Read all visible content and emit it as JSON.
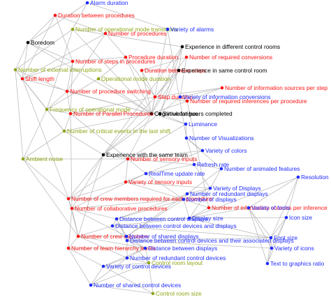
{
  "colors": {
    "black": "#000000",
    "red": "#ff1414",
    "blue": "#1f2bff",
    "olive": "#8ea616",
    "edge": "#bcbcbc"
  },
  "nodes": [
    {
      "id": "alarm_duration",
      "label": "Alarm duration",
      "color": "blue"
    },
    {
      "id": "duration_between_procedures",
      "label": "Duration between procedures",
      "color": "red"
    },
    {
      "id": "num_operational_mode_transitions",
      "label": "Number of operational mode transitions",
      "color": "olive"
    },
    {
      "id": "num_procedures",
      "label": "Number of procedures",
      "color": "red"
    },
    {
      "id": "variety_alarms",
      "label": "Variety of alarms",
      "color": "blue"
    },
    {
      "id": "boredom",
      "label": "Boredom",
      "color": "black"
    },
    {
      "id": "exp_diff_control_rooms",
      "label": "Experience in different control rooms",
      "color": "black"
    },
    {
      "id": "num_required_conversions",
      "label": "Number of required conversions",
      "color": "red"
    },
    {
      "id": "procedure_duration",
      "label": "Procedure duration",
      "color": "red"
    },
    {
      "id": "num_steps_procedures",
      "label": "Number of steps in procedures",
      "color": "red"
    },
    {
      "id": "duration_between_steps",
      "label": "Duration between steps",
      "color": "red"
    },
    {
      "id": "exp_same_control_room",
      "label": "Experience in same control room",
      "color": "black"
    },
    {
      "id": "num_external_interruptions",
      "label": "Number of external interruptions",
      "color": "olive"
    },
    {
      "id": "operational_mode_duration",
      "label": "Operational mode duration",
      "color": "olive"
    },
    {
      "id": "shift_length",
      "label": "Shift length",
      "color": "red"
    },
    {
      "id": "num_info_sources_per_step",
      "label": "Number of information sources per step",
      "color": "red"
    },
    {
      "id": "num_procedure_switching",
      "label": "Number of procedure switching",
      "color": "red"
    },
    {
      "id": "step_duration",
      "label": "Step duration",
      "color": "red"
    },
    {
      "id": "variety_info_conversions",
      "label": "Variety of information conversions",
      "color": "blue"
    },
    {
      "id": "num_required_inferences",
      "label": "Number of required inferences per procedure",
      "color": "red"
    },
    {
      "id": "freq_operational_mode",
      "label": "Frequency of operational mode",
      "color": "olive"
    },
    {
      "id": "cognitive_fatigue",
      "label": "Cognitive fatigue",
      "color": "black"
    },
    {
      "id": "num_parallel_procedures",
      "label": "Number of Parallel Procedures",
      "color": "red"
    },
    {
      "id": "simulator_hours",
      "label": "Simulator hours completed",
      "color": "black"
    },
    {
      "id": "luminance",
      "label": "Luminance",
      "color": "blue"
    },
    {
      "id": "num_critical_events",
      "label": "Number of critical events in the last shift",
      "color": "olive"
    },
    {
      "id": "num_visualizations",
      "label": "Number of Visualizations",
      "color": "blue"
    },
    {
      "id": "variety_colors",
      "label": "Variety of colors",
      "color": "blue"
    },
    {
      "id": "exp_same_team",
      "label": "Experience with the same team",
      "color": "black"
    },
    {
      "id": "ambient_noise",
      "label": "Ambient noise",
      "color": "olive"
    },
    {
      "id": "num_sensory_inputs",
      "label": "Number of sensory inputs",
      "color": "red"
    },
    {
      "id": "refresh_rate",
      "label": "Refresh rate",
      "color": "blue"
    },
    {
      "id": "num_animated_features",
      "label": "Number of animated features",
      "color": "blue"
    },
    {
      "id": "realtime_update_rate",
      "label": "RealTime update rate",
      "color": "blue"
    },
    {
      "id": "resolution",
      "label": "Resolution",
      "color": "blue"
    },
    {
      "id": "variety_sensory_inputs",
      "label": "Variety of sensory inputs",
      "color": "red"
    },
    {
      "id": "variety_displays",
      "label": "Variety of Displays",
      "color": "blue"
    },
    {
      "id": "num_redundant_displays",
      "label": "Number of redundant displays",
      "color": "blue"
    },
    {
      "id": "num_crew_required_each_proc",
      "label": "Number of crew members required for each procedure",
      "color": "red"
    },
    {
      "id": "num_displays",
      "label": "Number of displays",
      "color": "blue"
    },
    {
      "id": "num_collaborative_procedures",
      "label": "Number of collaborative procedures",
      "color": "red"
    },
    {
      "id": "num_info_sources_per_inference",
      "label": "Number of information sources per inference",
      "color": "red"
    },
    {
      "id": "variety_fonts",
      "label": "Variety of fonts",
      "color": "blue"
    },
    {
      "id": "display_size",
      "label": "Display size",
      "color": "blue"
    },
    {
      "id": "icon_size",
      "label": "Icon size",
      "color": "blue"
    },
    {
      "id": "dist_between_control_displays",
      "label": "Distance between control displays",
      "color": "blue"
    },
    {
      "id": "dist_between_control_devices_displays",
      "label": "Distance between control devices and displays",
      "color": "blue"
    },
    {
      "id": "font_size",
      "label": "Font size",
      "color": "blue"
    },
    {
      "id": "num_crew_members",
      "label": "Number of crew members",
      "color": "red"
    },
    {
      "id": "num_shared_displays",
      "label": "Number of shared displays",
      "color": "blue"
    },
    {
      "id": "dist_devices_associated_displays",
      "label": "Distance between control devices and their associated displays",
      "color": "blue"
    },
    {
      "id": "num_team_hierarchy",
      "label": "Number of team hierarchy levels",
      "color": "red"
    },
    {
      "id": "dist_between_displays",
      "label": "Distance between displays",
      "color": "blue"
    },
    {
      "id": "variety_icons",
      "label": "Variety of icons",
      "color": "blue"
    },
    {
      "id": "num_redundant_control_devices",
      "label": "Number of redundant control devices",
      "color": "blue"
    },
    {
      "id": "control_room_layout",
      "label": "Control room layout",
      "color": "olive"
    },
    {
      "id": "text_to_graphics_ratio",
      "label": "Text to graphics ratio",
      "color": "blue"
    },
    {
      "id": "variety_control_devices",
      "label": "Variety of control devices",
      "color": "blue"
    },
    {
      "id": "num_shared_control_devices",
      "label": "Number of shared control devices",
      "color": "blue"
    },
    {
      "id": "control_room_size",
      "label": "Control room size",
      "color": "olive"
    }
  ],
  "edges": [
    [
      "alarm_duration",
      "variety_alarms"
    ],
    [
      "alarm_duration",
      "num_operational_mode_transitions"
    ],
    [
      "alarm_duration",
      "boredom"
    ],
    [
      "duration_between_procedures",
      "num_procedures"
    ],
    [
      "duration_between_procedures",
      "num_steps_procedures"
    ],
    [
      "duration_between_procedures",
      "shift_length"
    ],
    [
      "duration_between_procedures",
      "boredom"
    ],
    [
      "num_operational_mode_transitions",
      "exp_diff_control_rooms"
    ],
    [
      "num_operational_mode_transitions",
      "num_external_interruptions"
    ],
    [
      "num_operational_mode_transitions",
      "freq_operational_mode"
    ],
    [
      "num_operational_mode_transitions",
      "cognitive_fatigue"
    ],
    [
      "num_procedures",
      "num_procedure_switching"
    ],
    [
      "num_procedures",
      "procedure_duration"
    ],
    [
      "num_procedures",
      "shift_length"
    ],
    [
      "variety_alarms",
      "cognitive_fatigue"
    ],
    [
      "variety_alarms",
      "num_visualizations"
    ],
    [
      "boredom",
      "shift_length"
    ],
    [
      "boredom",
      "num_steps_procedures"
    ],
    [
      "boredom",
      "cognitive_fatigue"
    ],
    [
      "boredom",
      "num_external_interruptions"
    ],
    [
      "exp_diff_control_rooms",
      "exp_same_control_room"
    ],
    [
      "exp_diff_control_rooms",
      "simulator_hours"
    ],
    [
      "exp_diff_control_rooms",
      "cognitive_fatigue"
    ],
    [
      "exp_diff_control_rooms",
      "exp_same_team"
    ],
    [
      "num_required_conversions",
      "variety_info_conversions"
    ],
    [
      "num_required_conversions",
      "step_duration"
    ],
    [
      "num_required_conversions",
      "duration_between_steps"
    ],
    [
      "procedure_duration",
      "num_steps_procedures"
    ],
    [
      "procedure_duration",
      "step_duration"
    ],
    [
      "procedure_duration",
      "cognitive_fatigue"
    ],
    [
      "procedure_duration",
      "operational_mode_duration"
    ],
    [
      "num_steps_procedures",
      "shift_length"
    ],
    [
      "num_steps_procedures",
      "num_procedure_switching"
    ],
    [
      "num_steps_procedures",
      "num_parallel_procedures"
    ],
    [
      "duration_between_steps",
      "step_duration"
    ],
    [
      "duration_between_steps",
      "exp_same_control_room"
    ],
    [
      "duration_between_steps",
      "cognitive_fatigue"
    ],
    [
      "exp_same_control_room",
      "simulator_hours"
    ],
    [
      "exp_same_control_room",
      "cognitive_fatigue"
    ],
    [
      "exp_same_control_room",
      "exp_same_team"
    ],
    [
      "num_external_interruptions",
      "shift_length"
    ],
    [
      "num_external_interruptions",
      "ambient_noise"
    ],
    [
      "num_external_interruptions",
      "freq_operational_mode"
    ],
    [
      "num_external_interruptions",
      "num_critical_events"
    ],
    [
      "num_external_interruptions",
      "num_procedure_switching"
    ],
    [
      "operational_mode_duration",
      "freq_operational_mode"
    ],
    [
      "operational_mode_duration",
      "cognitive_fatigue"
    ],
    [
      "shift_length",
      "cognitive_fatigue"
    ],
    [
      "shift_length",
      "freq_operational_mode"
    ],
    [
      "shift_length",
      "num_critical_events"
    ],
    [
      "shift_length",
      "num_crew_required_each_proc"
    ],
    [
      "num_info_sources_per_step",
      "step_duration"
    ],
    [
      "num_info_sources_per_step",
      "num_required_inferences"
    ],
    [
      "num_info_sources_per_step",
      "variety_info_conversions"
    ],
    [
      "num_procedure_switching",
      "num_parallel_procedures"
    ],
    [
      "num_procedure_switching",
      "cognitive_fatigue"
    ],
    [
      "num_procedure_switching",
      "freq_operational_mode"
    ],
    [
      "step_duration",
      "cognitive_fatigue"
    ],
    [
      "step_duration",
      "num_parallel_procedures"
    ],
    [
      "step_duration",
      "num_required_inferences"
    ],
    [
      "variety_info_conversions",
      "num_required_inferences"
    ],
    [
      "variety_info_conversions",
      "simulator_hours"
    ],
    [
      "num_required_inferences",
      "cognitive_fatigue"
    ],
    [
      "num_required_inferences",
      "num_info_sources_per_inference"
    ],
    [
      "freq_operational_mode",
      "num_parallel_procedures"
    ],
    [
      "freq_operational_mode",
      "ambient_noise"
    ],
    [
      "freq_operational_mode",
      "num_critical_events"
    ],
    [
      "cognitive_fatigue",
      "num_parallel_procedures"
    ],
    [
      "cognitive_fatigue",
      "simulator_hours"
    ],
    [
      "cognitive_fatigue",
      "num_critical_events"
    ],
    [
      "cognitive_fatigue",
      "exp_same_team"
    ],
    [
      "cognitive_fatigue",
      "luminance"
    ],
    [
      "cognitive_fatigue",
      "num_sensory_inputs"
    ],
    [
      "num_parallel_procedures",
      "num_critical_events"
    ],
    [
      "num_parallel_procedures",
      "num_sensory_inputs"
    ],
    [
      "num_parallel_procedures",
      "num_collaborative_procedures"
    ],
    [
      "simulator_hours",
      "luminance"
    ],
    [
      "simulator_hours",
      "exp_same_team"
    ],
    [
      "luminance",
      "num_visualizations"
    ],
    [
      "luminance",
      "num_sensory_inputs"
    ],
    [
      "num_critical_events",
      "exp_same_team"
    ],
    [
      "num_critical_events",
      "ambient_noise"
    ],
    [
      "num_visualizations",
      "variety_colors"
    ],
    [
      "num_visualizations",
      "refresh_rate"
    ],
    [
      "num_visualizations",
      "num_animated_features"
    ],
    [
      "variety_colors",
      "num_sensory_inputs"
    ],
    [
      "variety_colors",
      "variety_sensory_inputs"
    ],
    [
      "exp_same_team",
      "num_crew_required_each_proc"
    ],
    [
      "exp_same_team",
      "num_sensory_inputs"
    ],
    [
      "exp_same_team",
      "num_collaborative_procedures"
    ],
    [
      "exp_same_team",
      "num_crew_members"
    ],
    [
      "ambient_noise",
      "num_crew_required_each_proc"
    ],
    [
      "ambient_noise",
      "num_sensory_inputs"
    ],
    [
      "ambient_noise",
      "num_crew_members"
    ],
    [
      "num_sensory_inputs",
      "refresh_rate"
    ],
    [
      "num_sensory_inputs",
      "variety_sensory_inputs"
    ],
    [
      "num_sensory_inputs",
      "realtime_update_rate"
    ],
    [
      "num_sensory_inputs",
      "num_crew_required_each_proc"
    ],
    [
      "refresh_rate",
      "num_animated_features"
    ],
    [
      "refresh_rate",
      "realtime_update_rate"
    ],
    [
      "refresh_rate",
      "variety_displays"
    ],
    [
      "num_animated_features",
      "variety_displays"
    ],
    [
      "num_animated_features",
      "num_redundant_displays"
    ],
    [
      "realtime_update_rate",
      "variety_sensory_inputs"
    ],
    [
      "realtime_update_rate",
      "num_displays"
    ],
    [
      "realtime_update_rate",
      "num_collaborative_procedures"
    ],
    [
      "resolution",
      "variety_fonts"
    ],
    [
      "resolution",
      "icon_size"
    ],
    [
      "resolution",
      "display_size"
    ],
    [
      "resolution",
      "font_size"
    ],
    [
      "variety_sensory_inputs",
      "num_crew_required_each_proc"
    ],
    [
      "variety_sensory_inputs",
      "variety_displays"
    ],
    [
      "variety_sensory_inputs",
      "num_displays"
    ],
    [
      "variety_displays",
      "num_redundant_displays"
    ],
    [
      "variety_displays",
      "num_displays"
    ],
    [
      "variety_displays",
      "display_size"
    ],
    [
      "num_redundant_displays",
      "num_displays"
    ],
    [
      "num_redundant_displays",
      "num_shared_displays"
    ],
    [
      "num_redundant_displays",
      "dist_between_control_displays"
    ],
    [
      "num_crew_required_each_proc",
      "num_collaborative_procedures"
    ],
    [
      "num_crew_required_each_proc",
      "num_crew_members"
    ],
    [
      "num_crew_required_each_proc",
      "num_displays"
    ],
    [
      "num_displays",
      "num_collaborative_procedures"
    ],
    [
      "num_displays",
      "dist_between_control_displays"
    ],
    [
      "num_displays",
      "display_size"
    ],
    [
      "num_displays",
      "num_shared_displays"
    ],
    [
      "num_collaborative_procedures",
      "num_crew_members"
    ],
    [
      "num_collaborative_procedures",
      "num_shared_displays"
    ],
    [
      "num_collaborative_procedures",
      "num_team_hierarchy"
    ],
    [
      "num_collaborative_procedures",
      "dist_between_control_displays"
    ],
    [
      "num_info_sources_per_inference",
      "variety_fonts"
    ],
    [
      "num_info_sources_per_inference",
      "display_size"
    ],
    [
      "num_info_sources_per_inference",
      "num_displays"
    ],
    [
      "variety_fonts",
      "display_size"
    ],
    [
      "variety_fonts",
      "font_size"
    ],
    [
      "variety_fonts",
      "variety_icons"
    ],
    [
      "variety_fonts",
      "text_to_graphics_ratio"
    ],
    [
      "display_size",
      "icon_size"
    ],
    [
      "display_size",
      "font_size"
    ],
    [
      "display_size",
      "dist_between_control_displays"
    ],
    [
      "display_size",
      "dist_between_control_devices_displays"
    ],
    [
      "icon_size",
      "font_size"
    ],
    [
      "icon_size",
      "variety_icons"
    ],
    [
      "icon_size",
      "text_to_graphics_ratio"
    ],
    [
      "dist_between_control_displays",
      "dist_between_control_devices_displays"
    ],
    [
      "dist_between_control_displays",
      "num_shared_displays"
    ],
    [
      "dist_between_control_displays",
      "dist_devices_associated_displays"
    ],
    [
      "dist_between_control_devices_displays",
      "dist_devices_associated_displays"
    ],
    [
      "dist_between_control_devices_displays",
      "num_crew_members"
    ],
    [
      "dist_between_control_devices_displays",
      "font_size"
    ],
    [
      "font_size",
      "variety_icons"
    ],
    [
      "font_size",
      "text_to_graphics_ratio"
    ],
    [
      "font_size",
      "dist_devices_associated_displays"
    ],
    [
      "num_crew_members",
      "num_shared_displays"
    ],
    [
      "num_crew_members",
      "num_team_hierarchy"
    ],
    [
      "num_crew_members",
      "dist_between_displays"
    ],
    [
      "num_crew_members",
      "num_redundant_control_devices"
    ],
    [
      "num_shared_displays",
      "dist_devices_associated_displays"
    ],
    [
      "num_shared_displays",
      "dist_between_displays"
    ],
    [
      "num_shared_displays",
      "control_room_layout"
    ],
    [
      "dist_devices_associated_displays",
      "dist_between_displays"
    ],
    [
      "dist_devices_associated_displays",
      "num_redundant_control_devices"
    ],
    [
      "dist_devices_associated_displays",
      "variety_icons"
    ],
    [
      "num_team_hierarchy",
      "dist_between_displays"
    ],
    [
      "num_team_hierarchy",
      "num_shared_control_devices"
    ],
    [
      "num_team_hierarchy",
      "variety_control_devices"
    ],
    [
      "dist_between_displays",
      "num_redundant_control_devices"
    ],
    [
      "dist_between_displays",
      "control_room_layout"
    ],
    [
      "dist_between_displays",
      "variety_control_devices"
    ],
    [
      "variety_icons",
      "text_to_graphics_ratio"
    ],
    [
      "num_redundant_control_devices",
      "control_room_layout"
    ],
    [
      "num_redundant_control_devices",
      "variety_control_devices"
    ],
    [
      "num_redundant_control_devices",
      "num_shared_control_devices"
    ],
    [
      "control_room_layout",
      "variety_control_devices"
    ],
    [
      "control_room_layout",
      "control_room_size"
    ],
    [
      "control_room_layout",
      "num_shared_control_devices"
    ],
    [
      "variety_control_devices",
      "num_shared_control_devices"
    ],
    [
      "variety_control_devices",
      "control_room_size"
    ],
    [
      "num_shared_control_devices",
      "control_room_size"
    ]
  ]
}
